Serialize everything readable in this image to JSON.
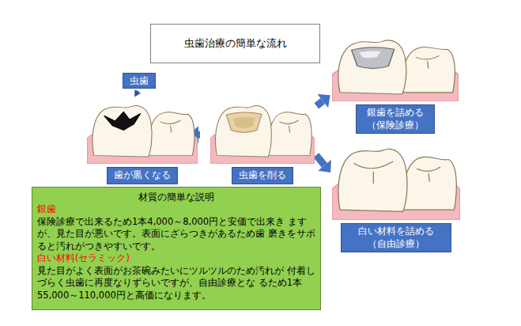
{
  "diagram": {
    "title": "虫歯治療の簡単な流れ",
    "nodes": [
      {
        "text": [
          "虫歯"
        ]
      },
      {
        "text": [
          "歯が黒くなる"
        ]
      },
      {
        "text": [
          "虫歯を削る"
        ]
      },
      {
        "text": [
          "銀歯を詰める （保険診療）"
        ]
      },
      {
        "text": [
          "白い材料を詰める （自由診療）"
        ]
      },
      {
        "text": [
          "材質の簡単な説明",
          "銀歯",
          "保険診療で出来るため1本4,000～8,000円と安価で出来き ますが、見た目が悪いです。表面にざらつきがあるため歯 磨きをサボると汚れがつきやすいです。",
          "白い材料(セラミック)",
          "見た目がよく表面がお茶碗みたいにツルツルのため汚れが 付着しづらく虫歯に再度なりずらいですが、自由診療とな るため1本55,000～110,000円と高価になります。"
        ]
      }
    ],
    "edges": [
      {
        "from": 0,
        "to": 1,
        "arrow": "to"
      },
      {
        "from": 1,
        "to": 2,
        "arrow": "to"
      },
      {
        "from": 2,
        "to": 3,
        "arrow": "to"
      },
      {
        "from": 2,
        "to": 4,
        "arrow": "to"
      }
    ]
  }
}
